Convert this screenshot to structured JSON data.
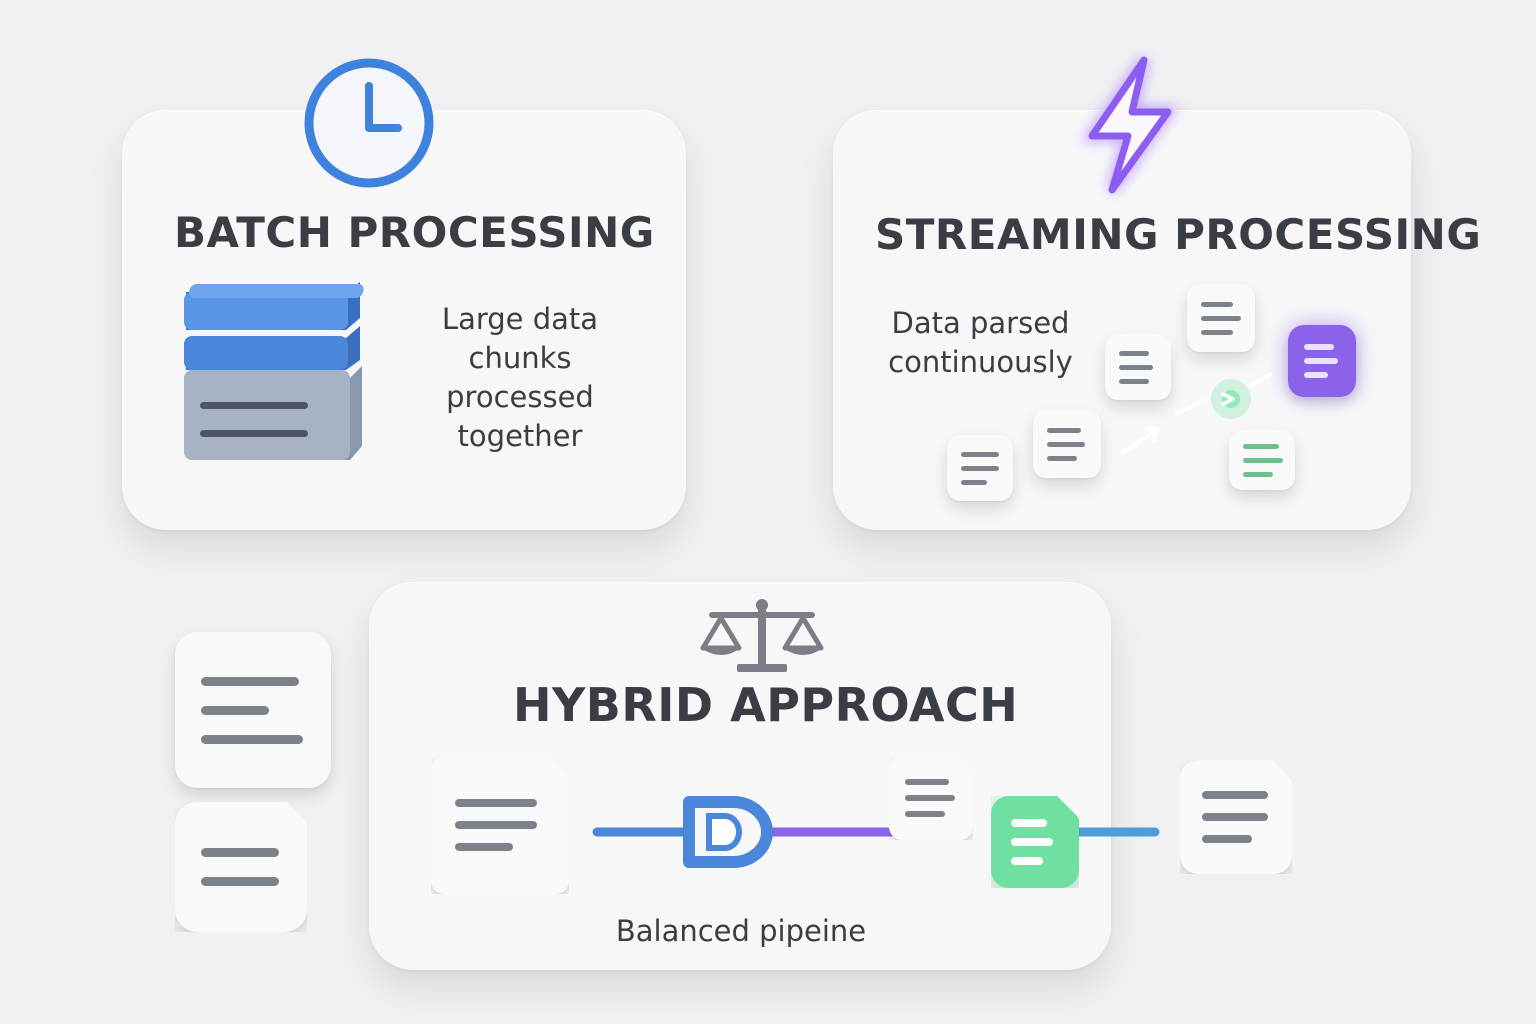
{
  "batch": {
    "title": "BATCH PROCESSING",
    "description": "Large data\nchunks\nprocessed\ntogether",
    "icon": "clock-icon",
    "illustration": "stacked-layers-icon"
  },
  "streaming": {
    "title": "STREAMING PROCESSING",
    "description": "Data parsed\ncontinuously",
    "icon": "lightning-bolt-icon",
    "illustration": "flowing-documents"
  },
  "hybrid": {
    "title": "HYBRID APPROACH",
    "caption": "Balanced pipeine",
    "icon": "balance-scale-icon",
    "illustration": "pipeline-with-gate"
  },
  "colors": {
    "accent_blue": "#4a86da",
    "accent_purple": "#8b63e8",
    "accent_green": "#6fe0a0",
    "text_dark": "#3a3d44",
    "icon_gray": "#7b7e86"
  }
}
